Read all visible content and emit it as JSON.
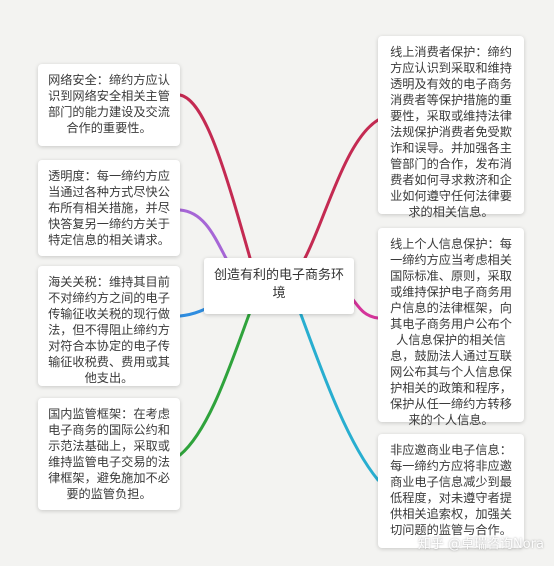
{
  "center": {
    "label": "创造有利的电子商务环境"
  },
  "left": [
    {
      "key": "network",
      "text": "网络安全：缔约方应认识到网络安全相关主管部门的能力建设及交流合作的重要性。",
      "color": "#c42a52"
    },
    {
      "key": "transparency",
      "text": "透明度：每一缔约方应当通过各种方式尽快公布所有相关措施，并尽快答复另一缔约方关于特定信息的相关请求。",
      "color": "#a666d6"
    },
    {
      "key": "customs",
      "text": "海关关税：维持其目前不对缔约方之间的电子传输征收关税的现行做法，但不得阻止缔约方对符合本协定的电子传输征收税费、费用或其他支出。",
      "color": "#2f8de0"
    },
    {
      "key": "domestic",
      "text": "国内监管框架：在考虑电子商务的国际公约和示范法基础上，采取或维持监管电子交易的法律框架，避免施加不必要的监管负担。",
      "color": "#2fa33c"
    }
  ],
  "right": [
    {
      "key": "consumer",
      "text": "线上消费者保护：缔约方应认识到采取和维持透明及有效的电子商务消费者等保护措施的重要性，采取或维持法律法规保护消费者免受欺诈和误导。并加强各主管部门的合作，发布消费者如何寻求救济和企业如何遵守任何法律要求的相关信息。",
      "color": "#c42a52"
    },
    {
      "key": "personal_info",
      "text": "线上个人信息保护：每一缔约方应当考虑相关国际标准、原则，采取或维持保护电子商务用户信息的法律框架，向其电子商务用户公布个人信息保护的相关信息，鼓励法人通过互联网公布其与个人信息保护相关的政策和程序，保护从任一缔约方转移来的个人信息。",
      "color": "#d4349a"
    },
    {
      "key": "spam",
      "text": "非应邀商业电子信息：每一缔约方应将非应邀商业电子信息减少到最低程度，对未遵守者提供相关追索权，加强关切问题的监管与合作。",
      "color": "#28aed0"
    }
  ],
  "watermark": "知乎 @卓瑞咨询Nora"
}
